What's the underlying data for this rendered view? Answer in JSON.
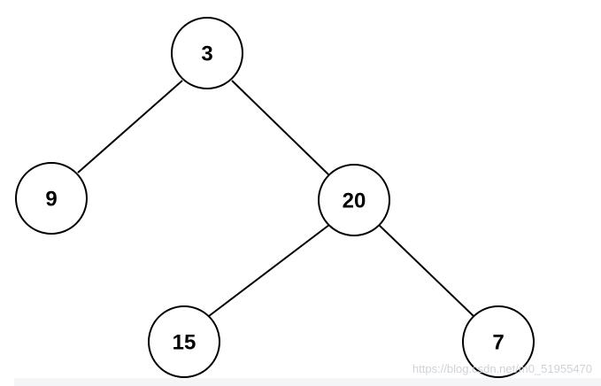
{
  "tree": {
    "nodes": [
      {
        "id": "n3",
        "label": "3"
      },
      {
        "id": "n9",
        "label": "9"
      },
      {
        "id": "n20",
        "label": "20"
      },
      {
        "id": "n15",
        "label": "15"
      },
      {
        "id": "n7",
        "label": "7"
      }
    ],
    "edges": [
      {
        "from": "n3",
        "to": "n9"
      },
      {
        "from": "n3",
        "to": "n20"
      },
      {
        "from": "n20",
        "to": "n15"
      },
      {
        "from": "n20",
        "to": "n7"
      }
    ]
  },
  "watermark": "https://blog.csdn.net/m0_51955470"
}
